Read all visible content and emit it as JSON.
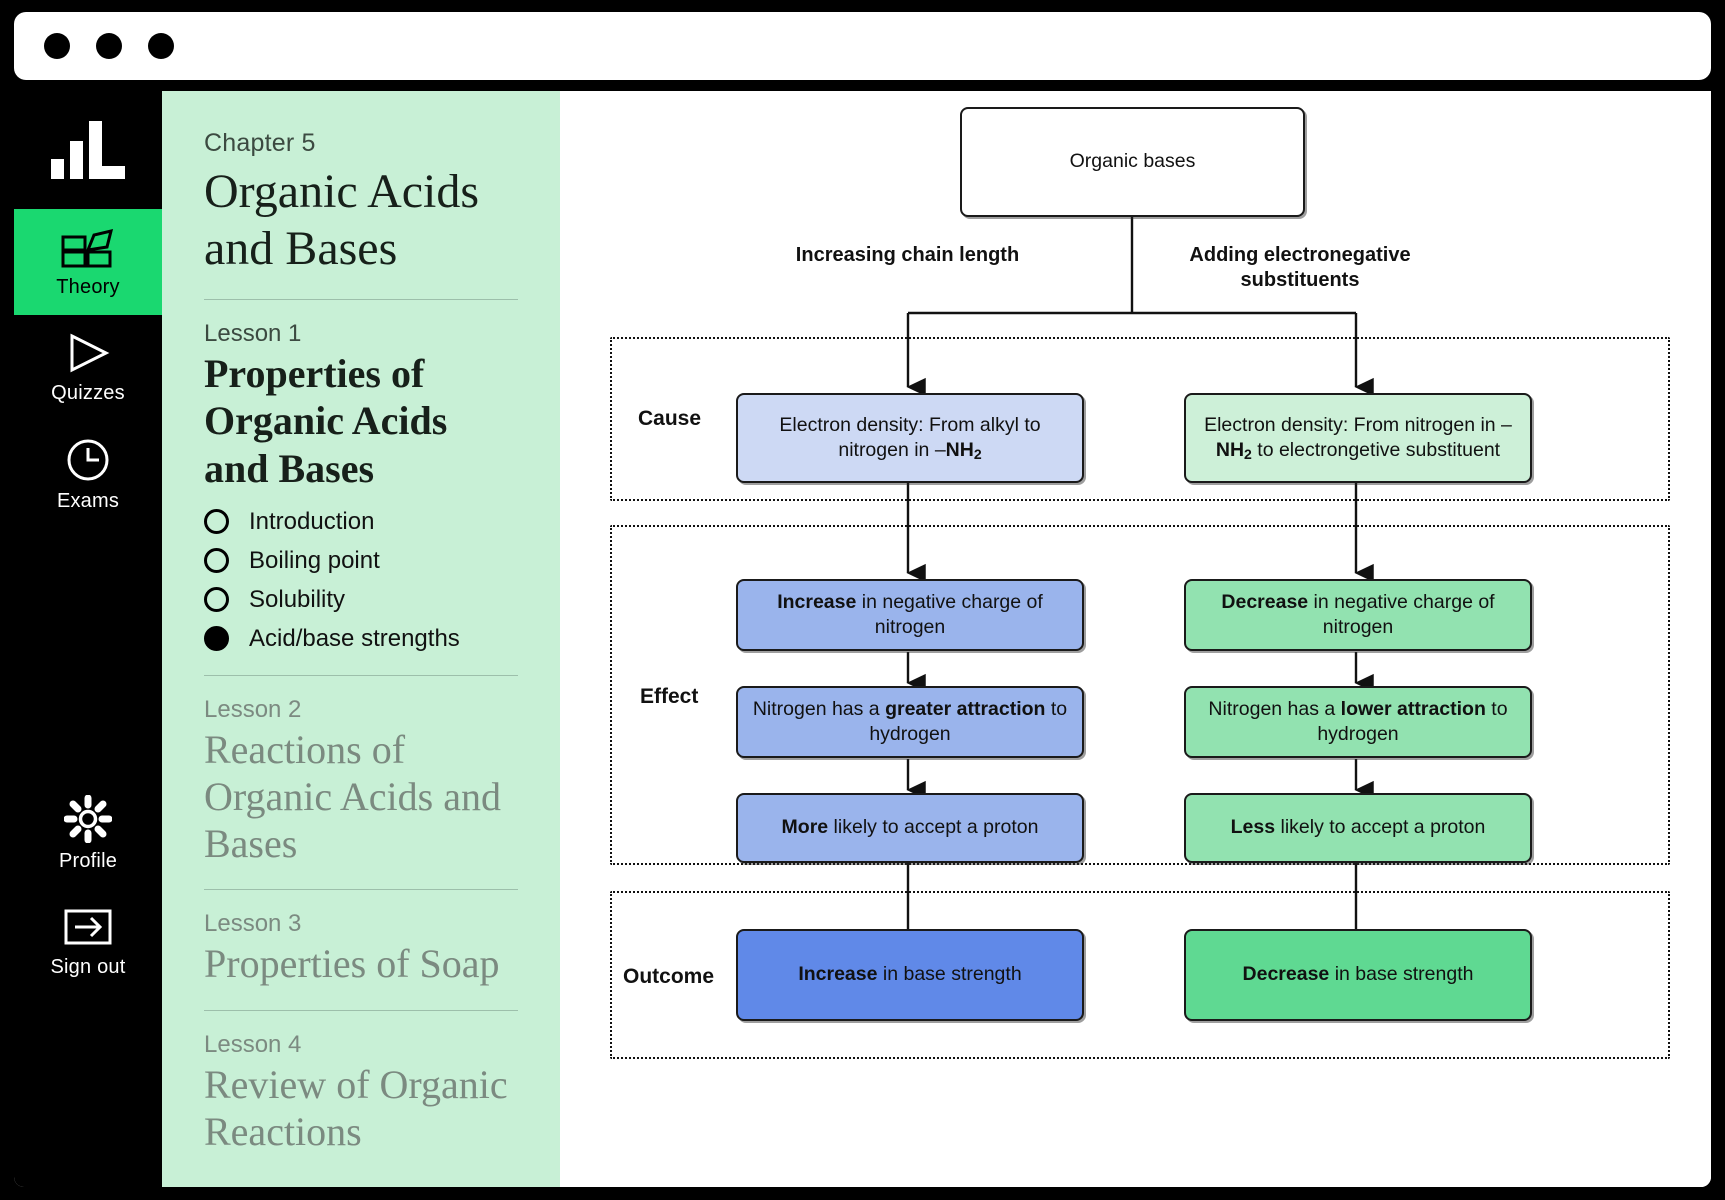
{
  "window": {
    "dots": [
      "close-dot",
      "minimize-dot",
      "maximize-dot"
    ]
  },
  "rail": {
    "logo_name": "bar-chart-logo",
    "items": [
      {
        "label": "Theory",
        "icon": "blocks-icon",
        "active": true
      },
      {
        "label": "Quizzes",
        "icon": "play-icon",
        "active": false
      },
      {
        "label": "Exams",
        "icon": "clock-icon",
        "active": false
      },
      {
        "label": "Profile",
        "icon": "gear-icon",
        "active": false
      },
      {
        "label": "Sign out",
        "icon": "sign-out-icon",
        "active": false
      }
    ]
  },
  "sidebar": {
    "chapter_label": "Chapter 5",
    "chapter_title": "Organic Acids and Bases",
    "lessons": [
      {
        "label": "Lesson 1",
        "title": "Properties of Organic Acids and Bases",
        "active": true,
        "topics": [
          {
            "name": "Introduction",
            "selected": false
          },
          {
            "name": "Boiling point",
            "selected": false
          },
          {
            "name": "Solubility",
            "selected": false
          },
          {
            "name": "Acid/base strengths",
            "selected": true
          }
        ]
      },
      {
        "label": "Lesson 2",
        "title": "Reactions of Organic Acids and Bases",
        "active": false,
        "topics": []
      },
      {
        "label": "Lesson 3",
        "title": "Properties of Soap",
        "active": false,
        "topics": []
      },
      {
        "label": "Lesson 4",
        "title": "Review of Organic Reactions",
        "active": false,
        "topics": []
      }
    ]
  },
  "chart_data": {
    "type": "diagram",
    "title": "Organic bases — cause / effect / outcome flowchart",
    "root": "Organic bases",
    "branch_labels": [
      "Increasing chain length",
      "Adding electronegative substituents"
    ],
    "row_labels": [
      "Cause",
      "Effect",
      "Outcome"
    ],
    "columns": [
      {
        "branch": "Increasing chain length",
        "accent": "#6089e8",
        "cause": {
          "text_html": "Electron density: From alkyl to nitrogen in –<b>NH<sub>2</sub></b>",
          "fill": "#cdd9f4"
        },
        "effects": [
          {
            "text_html": "<b>Increase</b> in negative charge of nitrogen",
            "fill": "#9ab4ec"
          },
          {
            "text_html": "Nitrogen has a <b>greater attraction</b> to hydrogen",
            "fill": "#9ab4ec"
          },
          {
            "text_html": "<b>More</b> likely to accept a proton",
            "fill": "#9ab4ec"
          }
        ],
        "outcome": {
          "text_html": "<b>Increase</b> in base strength",
          "fill": "#6089e8"
        }
      },
      {
        "branch": "Adding electronegative substituents",
        "accent": "#5fd992",
        "cause": {
          "text_html": "Electron density: From nitrogen in –<b>NH<sub>2</sub></b> to electrongetive substituent",
          "fill": "#cdf0d8"
        },
        "effects": [
          {
            "text_html": "<b>Decrease</b> in negative charge of nitrogen",
            "fill": "#92e2b0"
          },
          {
            "text_html": "Nitrogen has a <b>lower attraction</b> to hydrogen",
            "fill": "#92e2b0"
          },
          {
            "text_html": "<b>Less</b> likely to accept a proton",
            "fill": "#92e2b0"
          }
        ],
        "outcome": {
          "text_html": "<b>Decrease</b> in base strength",
          "fill": "#5fd992"
        }
      }
    ]
  },
  "colors": {
    "rail_bg": "#000000",
    "rail_active": "#1ad870",
    "sidebar_bg": "#c8f0d6",
    "canvas_bg": "#ffffff"
  }
}
